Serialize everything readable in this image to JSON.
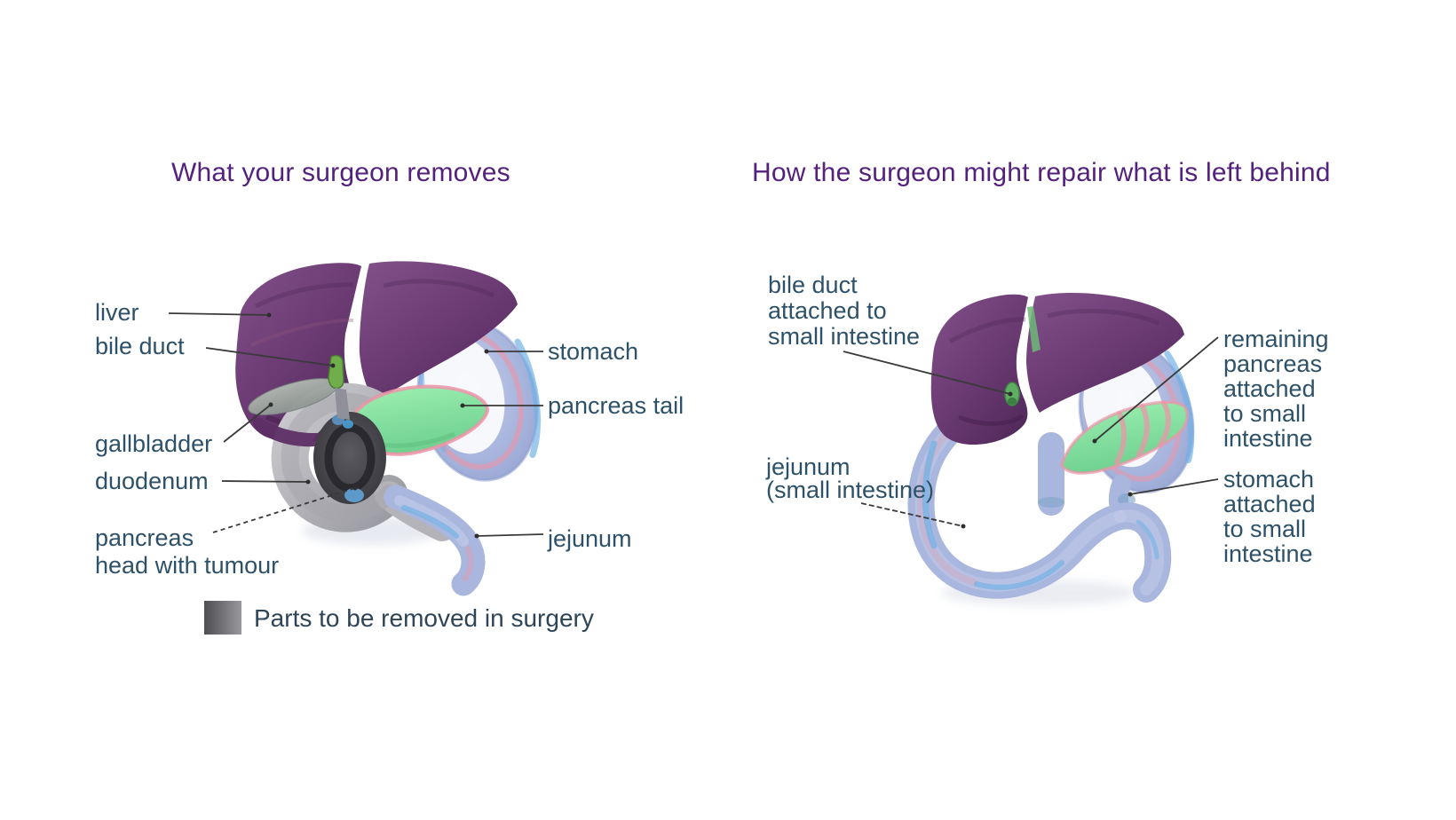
{
  "left_panel": {
    "title": "What your surgeon removes",
    "labels": {
      "liver": "liver",
      "bile_duct": "bile duct",
      "gallbladder": "gallbladder",
      "duodenum": "duodenum",
      "pancreas_head": "pancreas\nhead with tumour",
      "stomach": "stomach",
      "pancreas_tail": "pancreas tail",
      "jejunum": "jejunum"
    },
    "legend": {
      "label": "Parts to be removed in surgery",
      "swatch_color": "#6b6b70"
    }
  },
  "right_panel": {
    "title": "How the surgeon might repair what is left behind",
    "labels": {
      "bile_duct": "bile duct\nattached to\nsmall intestine",
      "jejunum": "jejunum\n(small intestine)",
      "remaining_pancreas": "remaining\npancreas\nattached\nto small\nintestine",
      "stomach": "stomach\nattached\nto small\nintestine"
    }
  },
  "colors": {
    "title_text": "#54217d",
    "label_text": "#2d5169",
    "legend_text": "#2e4457",
    "leader_line": "#3a3a3a",
    "liver_purple": "#6b3a72",
    "stomach_intestine_periwinkle": "#a9b6de",
    "pancreas_green": "#8fe8a6",
    "removed_gray": "#b3b3b8",
    "tumour_dark": "#46464b",
    "bile_duct_green": "#6fae4a",
    "accent_blue": "#74b2e6",
    "accent_pink": "#e897ab"
  }
}
